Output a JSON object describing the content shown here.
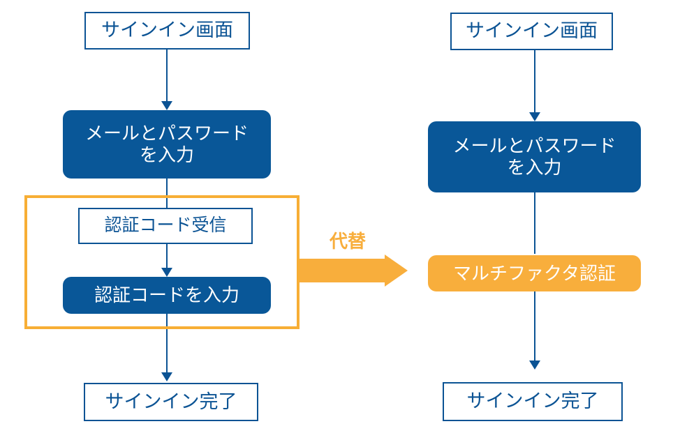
{
  "diagram": {
    "title_alt_label": "代替",
    "colors": {
      "dark_blue": "#095798",
      "outline_blue": "#0B5394",
      "orange": "#F8AE3C",
      "background": "#FFFFFF"
    },
    "left_flow": {
      "name": "two-step-verification-flow",
      "steps": [
        {
          "id": "left-signin-screen",
          "label": "サインイン画面",
          "style": "outline"
        },
        {
          "id": "left-enter-credentials",
          "label": "メールとパスワード\nを入力",
          "style": "filled-blue"
        },
        {
          "id": "left-receive-code",
          "label": "認証コード受信",
          "style": "outline"
        },
        {
          "id": "left-enter-code",
          "label": "認証コードを入力",
          "style": "filled-blue"
        },
        {
          "id": "left-signin-complete",
          "label": "サインイン完了",
          "style": "outline"
        }
      ]
    },
    "right_flow": {
      "name": "mfa-flow",
      "steps": [
        {
          "id": "right-signin-screen",
          "label": "サインイン画面",
          "style": "outline"
        },
        {
          "id": "right-enter-credentials",
          "label": "メールとパスワード\nを入力",
          "style": "filled-blue"
        },
        {
          "id": "right-mfa",
          "label": "マルチファクタ認証",
          "style": "filled-orange"
        },
        {
          "id": "right-signin-complete",
          "label": "サインイン完了",
          "style": "outline"
        }
      ]
    }
  }
}
